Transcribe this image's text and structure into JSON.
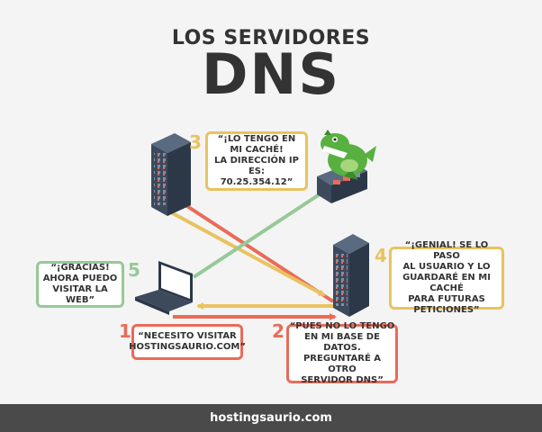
{
  "title": {
    "line1": "LOS SERVIDORES",
    "line2": "DNS"
  },
  "steps": [
    {
      "number": "1",
      "text": "“NECESITO VISITAR\nHOSTINGSAURIO.COM”"
    },
    {
      "number": "2",
      "text": "“PUES NO LO TENGO\nEN MI BASE DE DATOS.\nPREGUNTARÉ A OTRO\nSERVIDOR DNS”"
    },
    {
      "number": "3",
      "text": "“¡LO TENGO EN\nMI CACHÉ!\nLA DIRECCIÓN IP ES:\n70.25.354.12”"
    },
    {
      "number": "4",
      "text": "“¡GENIAL! SE LO PASO\nAL USUARIO Y LO\nGUARDARÉ EN MI CACHÉ\nPARA FUTURAS\nPETICIONES”"
    },
    {
      "number": "5",
      "text": "“¡GRACIAS!\nAHORA PUEDO\nVISITAR LA WEB”"
    }
  ],
  "colors": {
    "step1": "#e96b58",
    "step2": "#e96b58",
    "step3": "#e8c35f",
    "step4": "#e8c35f",
    "step5": "#96c997",
    "server": "#3c4a5c",
    "dinosaur": "#58b041",
    "footer": "#4a4a4a"
  },
  "icons": [
    "laptop-icon",
    "server-tower-icon",
    "server-tower-icon",
    "dinosaur-server-icon"
  ],
  "footer": {
    "text": "hostingsaurio.com"
  }
}
